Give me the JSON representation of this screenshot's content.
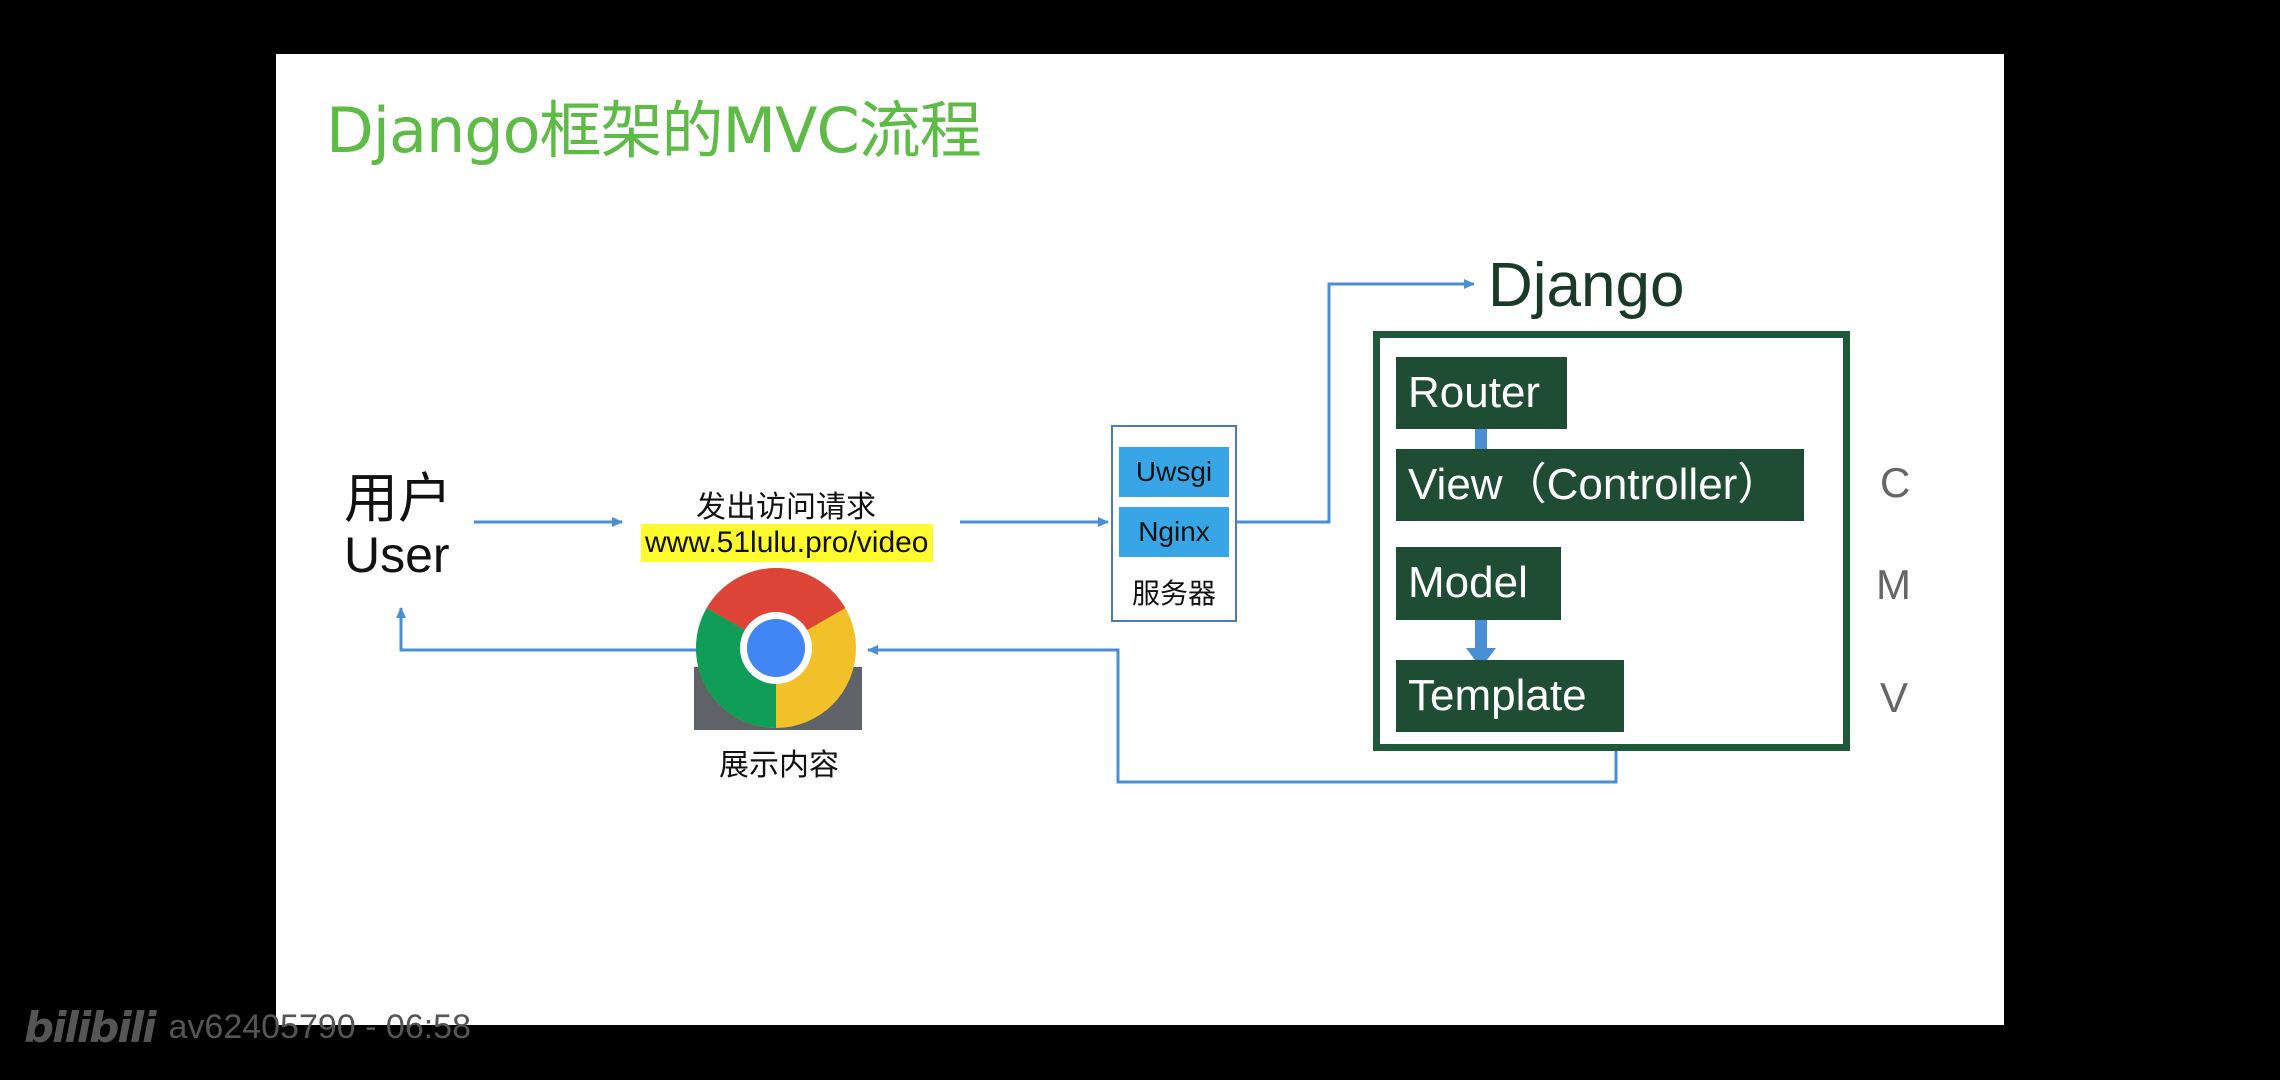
{
  "title": "Django框架的MVC流程",
  "user": {
    "label_cn": "用户",
    "label_en": "User"
  },
  "request": {
    "text": "发出访问请求",
    "url": "www.51lulu.pro/video"
  },
  "browser": {
    "icon": "chrome-icon",
    "label": "展示内容"
  },
  "server": {
    "items": [
      "Uwsgi",
      "Nginx"
    ],
    "label": "服务器"
  },
  "django": {
    "label": "Django",
    "blocks": [
      "Router",
      "View（Controller）",
      "Model",
      "Template"
    ],
    "letters": [
      "C",
      "M",
      "V"
    ]
  },
  "watermark": {
    "logo": "bilibili",
    "text": "av62405790 - 06:58"
  },
  "colors": {
    "title": "#5dbb46",
    "flow_line": "#4a8fd4",
    "server_tag": "#38a6e6",
    "mvc_block": "#1e4d33",
    "highlight": "#fffb2e"
  }
}
